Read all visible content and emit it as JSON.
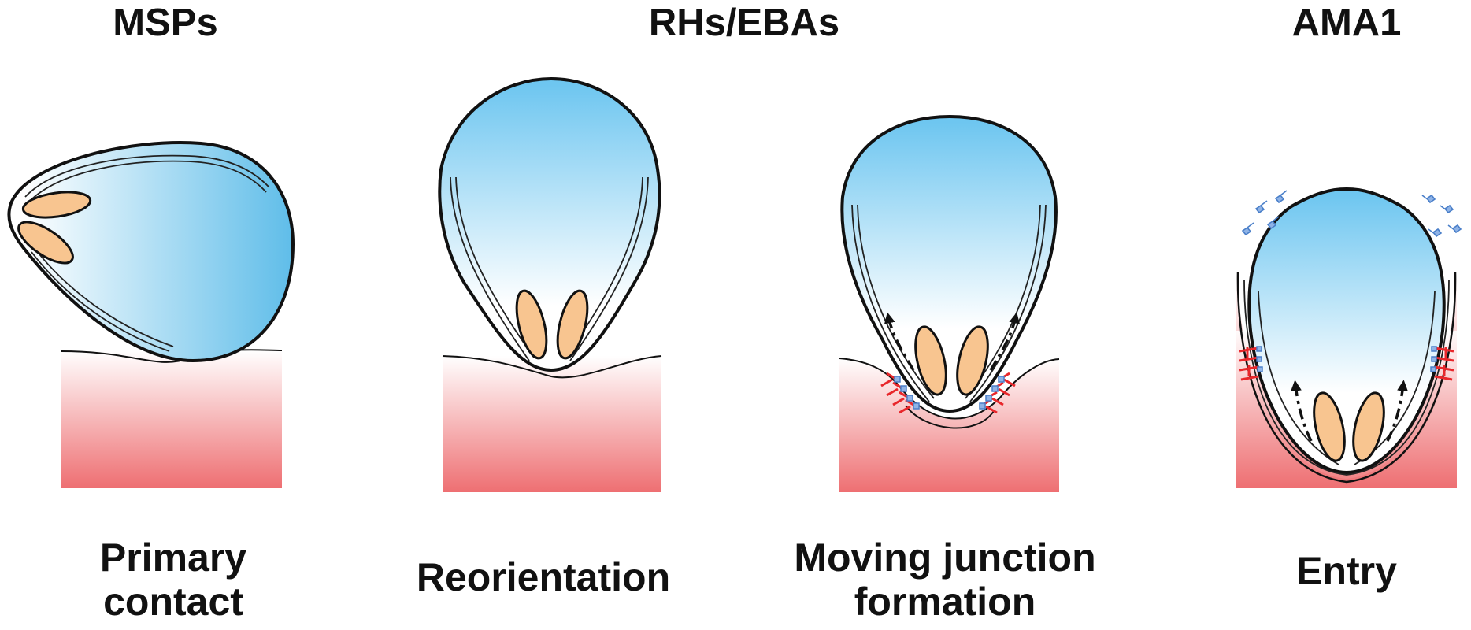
{
  "headers": {
    "msps": "MSPs",
    "rhs_ebas": "RHs/EBAs",
    "ama1": "AMA1"
  },
  "captions": {
    "primary_contact": [
      "Primary",
      "contact"
    ],
    "reorientation": "Reorientation",
    "moving_junction": [
      "Moving junction",
      "formation"
    ],
    "entry": "Entry"
  },
  "colors": {
    "parasite_blue": "#6ec6f0",
    "organelle_orange": "#f8c590",
    "host_red": "#ee6f72",
    "adhesin_red": "#e8272b",
    "ligand_blue": "#4a7fc9",
    "outline": "#111111"
  }
}
